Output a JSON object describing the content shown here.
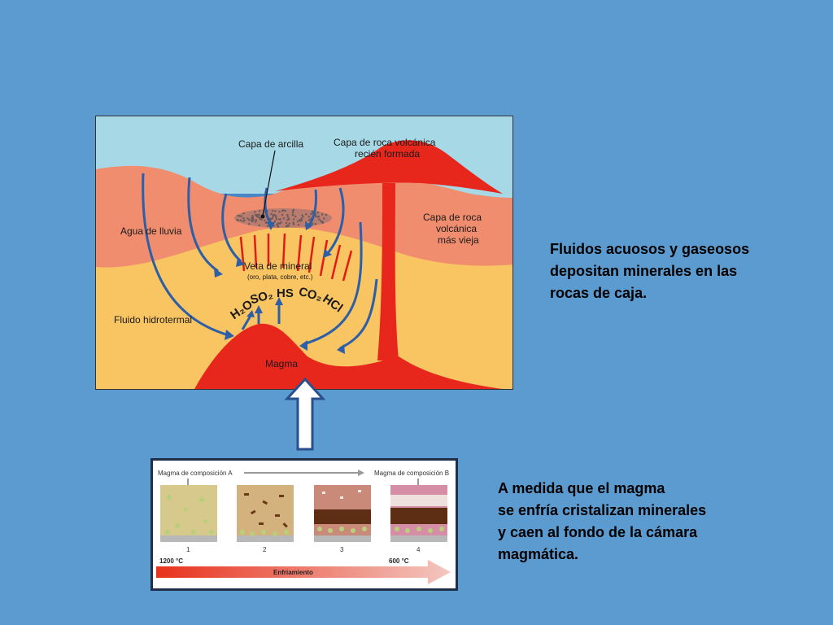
{
  "top_diagram": {
    "labels": {
      "clay_layer": "Capa de arcilla",
      "new_volcanic_1": "Capa de roca volcánica",
      "new_volcanic_2": "recién formada",
      "rain_water": "Agua de lluvia",
      "old_volcanic_1": "Capa de roca",
      "old_volcanic_2": "volcánica",
      "old_volcanic_3": "más vieja",
      "vein": "Veta de mineral",
      "vein_note": "(oro, plata, cobre, etc.)",
      "hydrothermal": "Fluido hidrotermal",
      "magma": "Magma",
      "gas_h2o": "H₂O",
      "gas_so2": "SO₂",
      "gas_hs": "HS",
      "gas_co2": "CO₂",
      "gas_hcl": "HCl"
    },
    "colors": {
      "sky": "#a7d8e6",
      "sea": "#4a86c5",
      "upper_rock": "#f08d6e",
      "lower_rock": "#f9c462",
      "magma": "#e8271c",
      "arrow": "#2d5fa6"
    }
  },
  "text_right_top": {
    "lines": [
      "Fluidos acuosos y gaseosos",
      "depositan minerales en las",
      "rocas de caja."
    ]
  },
  "text_right_bottom": {
    "lines": [
      "A medida que el magma",
      "se enfría cristalizan minerales",
      "y caen al fondo de la cámara",
      "magmática."
    ]
  },
  "bottom_diagram": {
    "label_a": "Magma de composición A",
    "label_b": "Magma de composición B",
    "panels": [
      "1",
      "2",
      "3",
      "4"
    ],
    "temp_start": "1200 °C",
    "temp_end": "600 °C",
    "cooling": "Enfriamiento"
  }
}
